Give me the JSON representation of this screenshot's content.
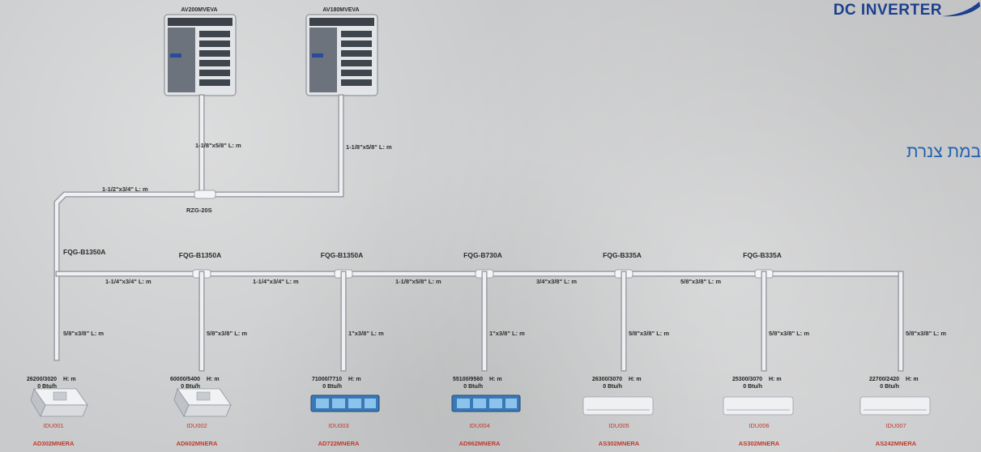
{
  "brand": {
    "text": "DC INVERTER"
  },
  "heading": {
    "text": "במת צנרת"
  },
  "outdoor_units": [
    {
      "model": "AV200MVEVA"
    },
    {
      "model": "AV180MVEVA"
    }
  ],
  "trunk": {
    "odu_a_pipe": "1-1/8\"x5/8\" L: m",
    "odu_b_pipe": "1-1/8\"x5/8\" L: m",
    "main_pipe": "1-1/2\"x3/4\" L: m",
    "header_joint": "RZG-20S",
    "first_joint": "FQG-B1350A"
  },
  "branch_joints": [
    "FQG-B1350A",
    "FQG-B1350A",
    "FQG-B730A",
    "FQG-B335A",
    "FQG-B335A"
  ],
  "segment_pipes": [
    "1-1/4\"x3/4\" L: m",
    "1-1/4\"x3/4\" L: m",
    "1-1/8\"x5/8\" L: m",
    "3/4\"x3/8\" L: m",
    "5/8\"x3/8\" L: m"
  ],
  "indoor_units": [
    {
      "drop": "5/8\"x3/8\" L: m",
      "capacity": "26200/3020",
      "unit": "0 Btu/h",
      "height": "H: m",
      "id": "IDU001",
      "model": "AD302MNERA",
      "kind": "cassette"
    },
    {
      "drop": "5/8\"x3/8\" L: m",
      "capacity": "60000/5400",
      "unit": "0 Btu/h",
      "height": "H: m",
      "id": "IDU002",
      "model": "AD602MNERA",
      "kind": "cassette"
    },
    {
      "drop": "1\"x3/8\" L: m",
      "capacity": "71000/7710",
      "unit": "0 Btu/h",
      "height": "H: m",
      "id": "IDU003",
      "model": "AD722MNERA",
      "kind": "ducted"
    },
    {
      "drop": "1\"x3/8\" L: m",
      "capacity": "55100/9560",
      "unit": "0 Btu/h",
      "height": "H: m",
      "id": "IDU004",
      "model": "AD962MNERA",
      "kind": "ducted"
    },
    {
      "drop": "5/8\"x3/8\" L: m",
      "capacity": "26300/3070",
      "unit": "0 Btu/h",
      "height": "H: m",
      "id": "IDU005",
      "model": "AS302MNERA",
      "kind": "wall"
    },
    {
      "drop": "5/8\"x3/8\" L: m",
      "capacity": "25300/3070",
      "unit": "0 Btu/h",
      "height": "H: m",
      "id": "IDU006",
      "model": "AS302MNERA",
      "kind": "wall"
    },
    {
      "drop": "5/8\"x3/8\" L: m",
      "capacity": "22700/2420",
      "unit": "0 Btu/h",
      "height": "H: m",
      "id": "IDU007",
      "model": "AS242MNERA",
      "kind": "wall"
    }
  ],
  "colors": {
    "pipe": "#eef0f3",
    "brand": "#1c3f8f",
    "heading": "#2461ae",
    "idu_text": "#c0392b"
  }
}
